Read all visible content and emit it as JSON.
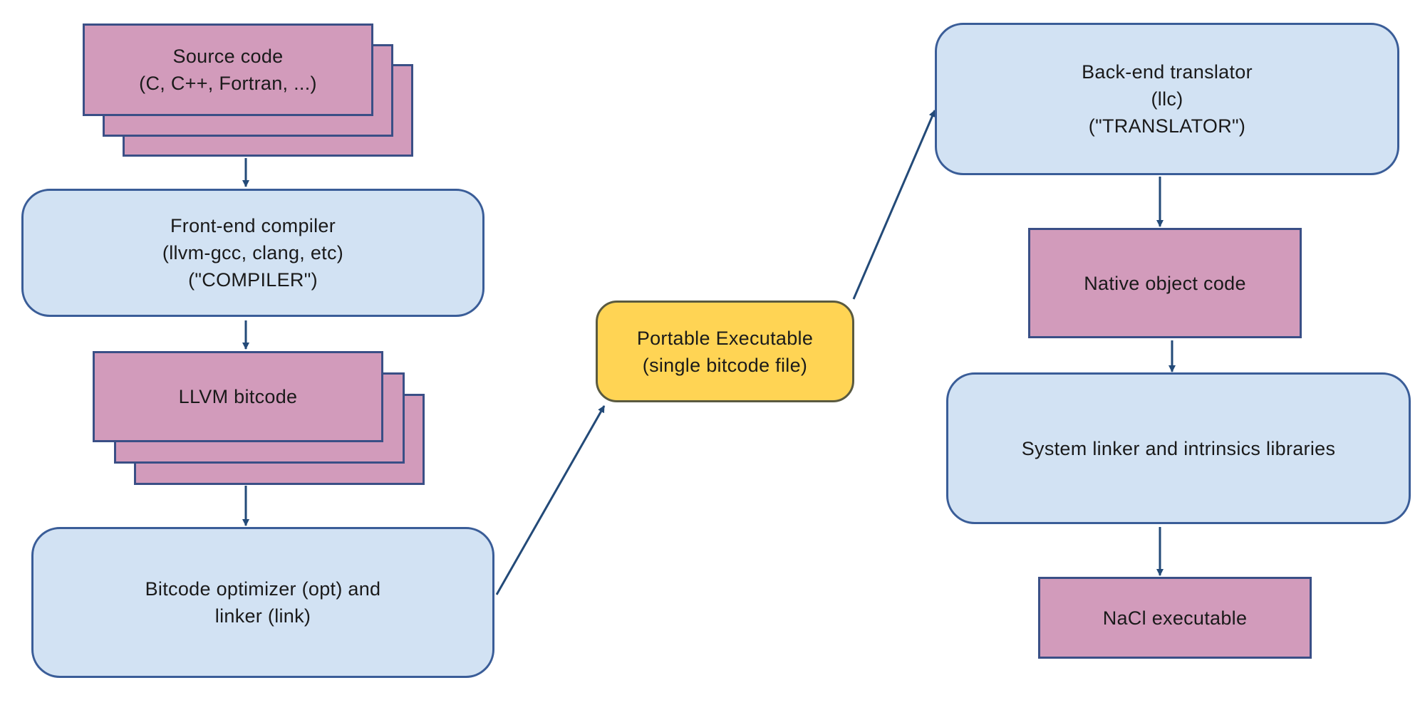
{
  "source_code": {
    "line1": "Source code",
    "line2": "(C, C++, Fortran, ...)"
  },
  "frontend": {
    "line1": "Front-end compiler",
    "line2": "(llvm-gcc, clang, etc)",
    "line3": "(\"COMPILER\")"
  },
  "bitcode": {
    "line1": "LLVM bitcode"
  },
  "optimizer": {
    "line1": "Bitcode optimizer (opt) and",
    "line2": "linker (link)"
  },
  "portable": {
    "line1": "Portable Executable",
    "line2": "(single bitcode file)"
  },
  "backend": {
    "line1": "Back-end translator",
    "line2": "(llc)",
    "line3": "(\"TRANSLATOR\")"
  },
  "native": {
    "line1": "Native object code"
  },
  "linker": {
    "line1": "System linker and intrinsics libraries"
  },
  "nacl": {
    "line1": "NaCl executable"
  },
  "colors": {
    "file_fill": "#d29bbb",
    "process_fill": "#d2e2f3",
    "portable_fill": "#ffd454",
    "arrow": "#234a78"
  }
}
